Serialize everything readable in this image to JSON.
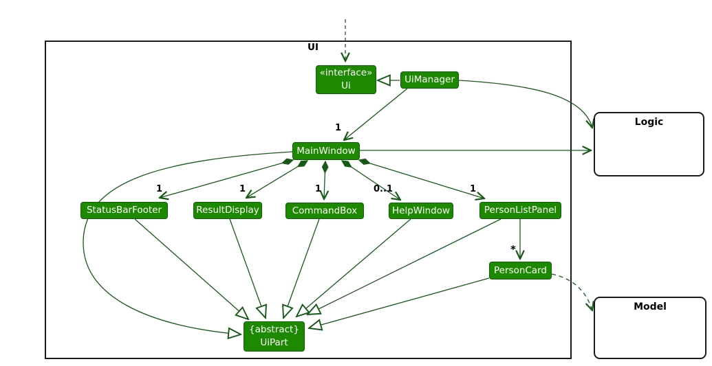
{
  "diagram": {
    "frame_label": "UI",
    "external": {
      "logic_title": "Logic",
      "model_title": "Model"
    }
  },
  "nodes": {
    "ui_interface": {
      "stereotype": "«interface»",
      "name": "Ui"
    },
    "ui_manager": {
      "name": "UiManager"
    },
    "main_window": {
      "name": "MainWindow"
    },
    "status_bar_footer": {
      "name": "StatusBarFooter"
    },
    "result_display": {
      "name": "ResultDisplay"
    },
    "command_box": {
      "name": "CommandBox"
    },
    "help_window": {
      "name": "HelpWindow"
    },
    "person_list_panel": {
      "name": "PersonListPanel"
    },
    "person_card": {
      "name": "PersonCard"
    },
    "ui_part": {
      "modifier": "{abstract}",
      "name": "UiPart"
    }
  },
  "multiplicities": {
    "main_window": "1",
    "status_bar_footer": "1",
    "result_display": "1",
    "command_box": "1",
    "help_window": "0..1",
    "person_list_panel": "1",
    "person_card": "*"
  },
  "relationships": [
    {
      "from": "(external)",
      "to": "Ui",
      "type": "dashed-dependency-arrow"
    },
    {
      "from": "UiManager",
      "to": "Ui",
      "type": "realization"
    },
    {
      "from": "UiManager",
      "to": "MainWindow",
      "multiplicity": "1",
      "type": "association"
    },
    {
      "from": "UiManager",
      "to": "Logic",
      "type": "association"
    },
    {
      "from": "MainWindow",
      "to": "Logic",
      "type": "association"
    },
    {
      "from": "MainWindow",
      "to": "StatusBarFooter",
      "multiplicity": "1",
      "type": "composition"
    },
    {
      "from": "MainWindow",
      "to": "ResultDisplay",
      "multiplicity": "1",
      "type": "composition"
    },
    {
      "from": "MainWindow",
      "to": "CommandBox",
      "multiplicity": "1",
      "type": "composition"
    },
    {
      "from": "MainWindow",
      "to": "HelpWindow",
      "multiplicity": "0..1",
      "type": "composition"
    },
    {
      "from": "MainWindow",
      "to": "PersonListPanel",
      "multiplicity": "1",
      "type": "composition"
    },
    {
      "from": "PersonListPanel",
      "to": "PersonCard",
      "multiplicity": "*",
      "type": "association"
    },
    {
      "from": "PersonCard",
      "to": "Model",
      "type": "dashed-dependency"
    },
    {
      "from": "MainWindow",
      "to": "UiPart",
      "type": "inheritance"
    },
    {
      "from": "StatusBarFooter",
      "to": "UiPart",
      "type": "inheritance"
    },
    {
      "from": "ResultDisplay",
      "to": "UiPart",
      "type": "inheritance"
    },
    {
      "from": "CommandBox",
      "to": "UiPart",
      "type": "inheritance"
    },
    {
      "from": "HelpWindow",
      "to": "UiPart",
      "type": "inheritance"
    },
    {
      "from": "PersonListPanel",
      "to": "UiPart",
      "type": "inheritance"
    },
    {
      "from": "PersonCard",
      "to": "UiPart",
      "type": "inheritance"
    }
  ],
  "colors": {
    "node_fill": "#1d8900",
    "node_border": "#0e5e0e",
    "edge": "#175917",
    "frame_border": "#1a1a1a",
    "node_text": "#ffffff"
  }
}
